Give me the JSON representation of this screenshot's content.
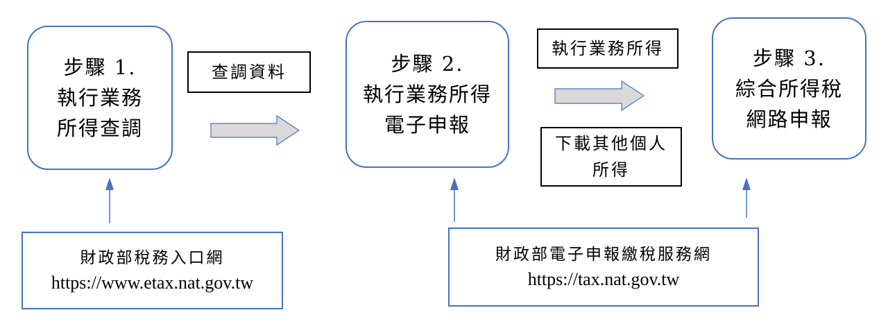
{
  "diagram": {
    "colors": {
      "step_border": "#4472c4",
      "arrow_fill": "#d9d9d9",
      "arrow_stroke": "#4472c4",
      "connector": "#4472c4",
      "label_border": "#000000"
    },
    "steps": [
      {
        "title": "步驟 1.",
        "lines": [
          "執行業務",
          "所得查調"
        ]
      },
      {
        "title": "步驟 2.",
        "lines": [
          "執行業務所得",
          "電子申報"
        ]
      },
      {
        "title": "步驟 3.",
        "lines": [
          "綜合所得稅",
          "網路申報"
        ]
      }
    ],
    "transitions": [
      {
        "labels": [
          "查調資料"
        ]
      },
      {
        "labels": [
          "執行業務所得",
          "下載其他個人所得"
        ]
      }
    ],
    "sources": [
      {
        "name": "財政部稅務入口網",
        "url": "https://www.etax.nat.gov.tw"
      },
      {
        "name": "財政部電子申報繳稅服務網",
        "url": "https://tax.nat.gov.tw"
      }
    ]
  }
}
